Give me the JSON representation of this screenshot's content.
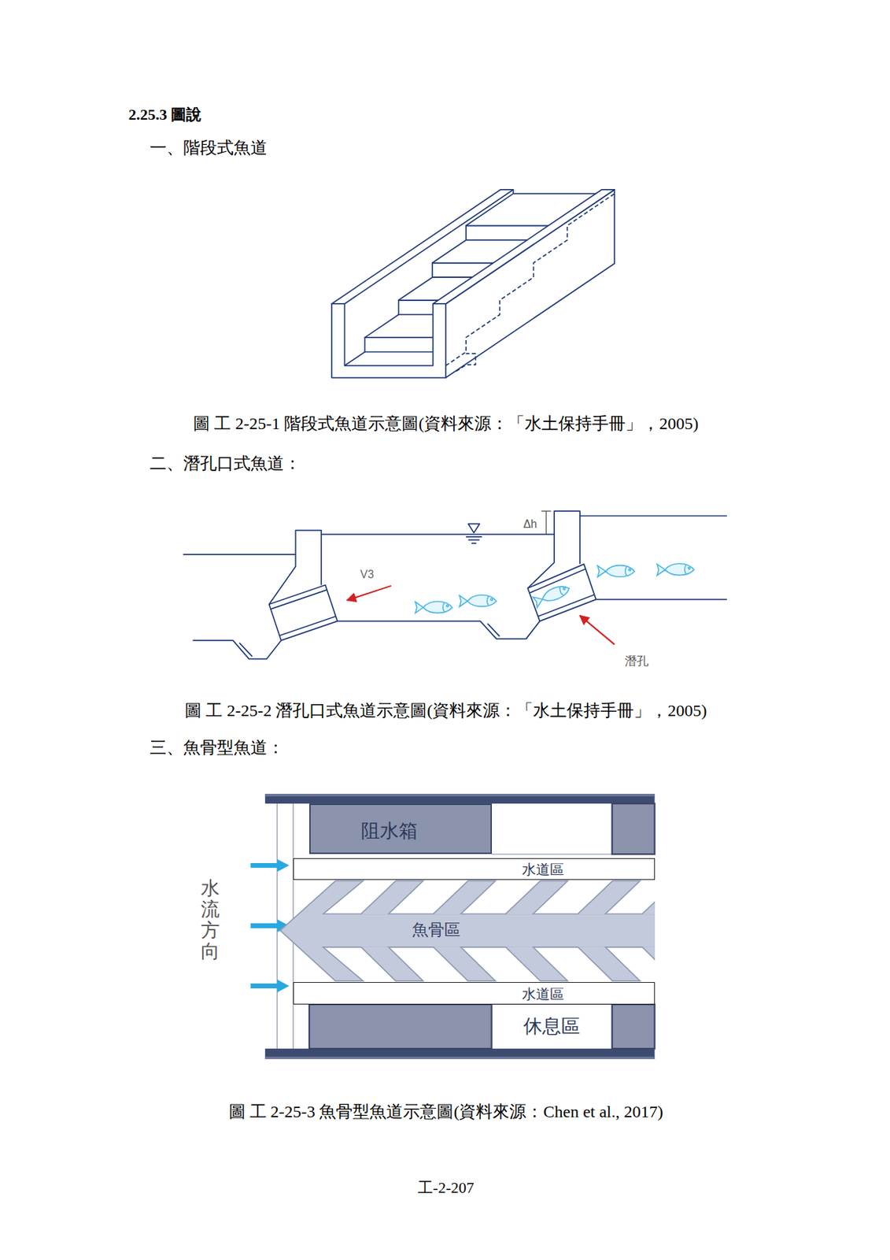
{
  "diagram": {
    "title": "2.25.3 圖說",
    "nodes": [
      {
        "text": [
          "阻水箱"
        ]
      },
      {
        "text": [
          "水道區"
        ]
      },
      {
        "text": [
          "魚骨區"
        ]
      },
      {
        "text": [
          "水道區"
        ]
      },
      {
        "text": [
          "休息區"
        ]
      }
    ],
    "labels": [
      "一、階段式魚道",
      "圖 工 2-25-1 階段式魚道示意圖(資料來源：「水土保持手冊」，2005)",
      "二、潛孔口式魚道：",
      "Δh",
      "V3",
      "潛孔",
      "圖 工 2-25-2 潛孔口式魚道示意圖(資料來源：「水土保持手冊」，2005)",
      "三、魚骨型魚道：",
      "水流方向",
      "圖 工 2-25-3 魚骨型魚道示意圖(資料來源：Chen et al., 2017)",
      "工-2-207"
    ]
  }
}
